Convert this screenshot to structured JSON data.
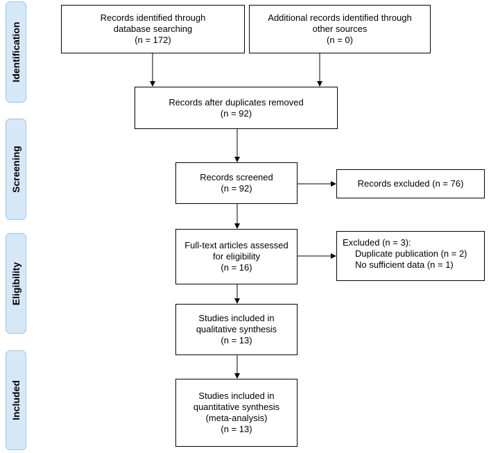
{
  "phases": {
    "identification": "Identification",
    "screening": "Screening",
    "eligibility": "Eligibility",
    "included": "Included"
  },
  "boxes": {
    "db_search": {
      "line1": "Records identified through",
      "line2": "database searching",
      "count": "(n = 172)"
    },
    "other_sources": {
      "line1": "Additional records identified through",
      "line2": "other sources",
      "count": "(n = 0)"
    },
    "after_duplicates": {
      "line1": "Records after duplicates removed",
      "count": "(n = 92)"
    },
    "screened": {
      "line1": "Records screened",
      "count": "(n = 92)"
    },
    "excluded": {
      "line1": "Records excluded (n = 76)"
    },
    "full_text": {
      "line1": "Full-text articles assessed",
      "line2": "for eligibility",
      "count": "(n = 16)"
    },
    "excluded_full_text": {
      "title": "Excluded (n = 3):",
      "items": [
        "Duplicate publication (n = 2)",
        "No sufficient data (n = 1)"
      ]
    },
    "qualitative": {
      "line1": "Studies included in",
      "line2": "qualitative synthesis",
      "count": "(n = 13)"
    },
    "quantitative": {
      "line1": "Studies included in",
      "line2": "quantitative synthesis",
      "line3": "(meta-analysis)",
      "count": "(n = 13)"
    }
  }
}
